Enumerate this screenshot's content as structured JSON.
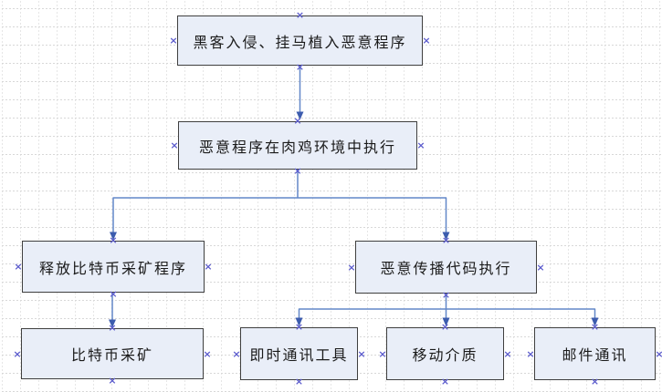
{
  "diagram": {
    "title": "bitcoin-mining-malware-flowchart",
    "nodes": [
      {
        "id": "hacker-intrusion",
        "label": "黑客入侵、挂马植入恶意程序"
      },
      {
        "id": "malware-execution",
        "label": "恶意程序在肉鸡环境中执行"
      },
      {
        "id": "release-mining-program",
        "label": "释放比特币采矿程序"
      },
      {
        "id": "malicious-propagation",
        "label": "恶意传播代码执行"
      },
      {
        "id": "bitcoin-mining",
        "label": "比特币采矿"
      },
      {
        "id": "instant-messaging",
        "label": "即时通讯工具"
      },
      {
        "id": "mobile-media",
        "label": "移动介质"
      },
      {
        "id": "email-communication",
        "label": "邮件通讯"
      }
    ],
    "edges": [
      {
        "from": "hacker-intrusion",
        "to": "malware-execution"
      },
      {
        "from": "malware-execution",
        "to": "release-mining-program"
      },
      {
        "from": "malware-execution",
        "to": "malicious-propagation"
      },
      {
        "from": "release-mining-program",
        "to": "bitcoin-mining"
      },
      {
        "from": "malicious-propagation",
        "to": "instant-messaging"
      },
      {
        "from": "malicious-propagation",
        "to": "mobile-media"
      },
      {
        "from": "malicious-propagation",
        "to": "email-communication"
      }
    ]
  },
  "icons": {
    "connection_point": "×"
  },
  "colors": {
    "canvas_bg": "#ffffff",
    "grid_h": "#d8d8d8",
    "grid_v": "#e6e6e6",
    "box_fill": "#e9eef8",
    "box_border": "#3f3f3f",
    "connector": "#6287c8",
    "arrowhead": "#3c5cae",
    "connection_point": "#5c5ccd",
    "text": "#1a1a1a"
  }
}
